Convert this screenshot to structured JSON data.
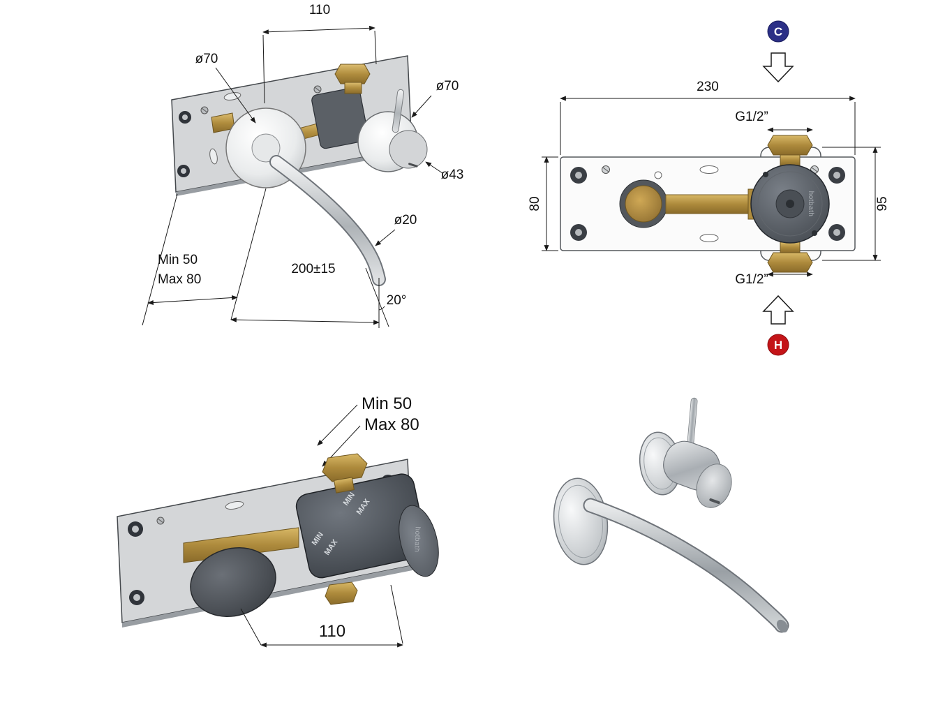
{
  "drawing": {
    "iso_view": {
      "dims": {
        "top_width": "110",
        "rosette_dia": "ø70",
        "handle_rosette_dia": "ø70",
        "handle_dia": "ø43",
        "spout_dia": "ø20",
        "depth_min": "Min 50",
        "depth_max": "Max 80",
        "spout_length": "200±15",
        "spout_angle": "20°"
      }
    },
    "front_view": {
      "cold": {
        "label": "C",
        "color": "#2b2f86"
      },
      "hot": {
        "label": "H",
        "color": "#c41418"
      },
      "dims": {
        "width": "230",
        "plate_height": "80",
        "body_height": "95",
        "thread_top": "G1/2”",
        "thread_bottom": "G1/2”"
      },
      "brand": "hotbath"
    },
    "rear_iso_view": {
      "dims": {
        "depth_min": "Min 50",
        "depth_max": "Max 80",
        "hole_distance": "110"
      },
      "markings": {
        "min": "MIN",
        "max": "MAX"
      },
      "brand": "hotbath"
    }
  }
}
